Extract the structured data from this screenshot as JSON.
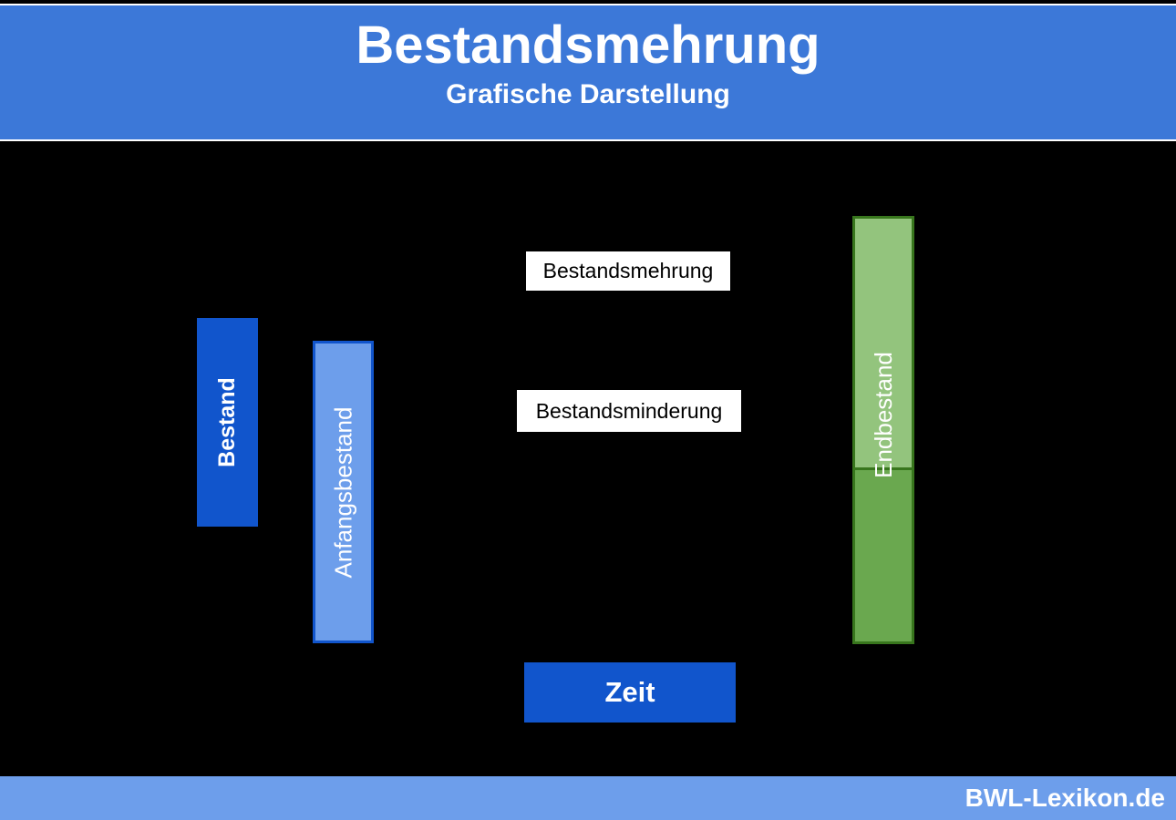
{
  "title_banner": {
    "title": "Bestandsmehrung",
    "subtitle": "Grafische Darstellung"
  },
  "diagram": {
    "y_axis_label": "Bestand",
    "x_axis_label": "Zeit",
    "bars": [
      {
        "id": "anfangsbestand",
        "label": "Anfangsbestand",
        "fill": "#6D9EEB",
        "border": "#1155CC"
      },
      {
        "id": "endbestand",
        "label": "Endbestand",
        "fill_top": "#93C47D",
        "fill_bottom": "#6AA84F",
        "border": "#38761D"
      }
    ],
    "annotations": [
      {
        "id": "bestandsmehrung",
        "text": "Bestandsmehrung"
      },
      {
        "id": "bestandsminderung",
        "text": "Bestandsminderung"
      }
    ]
  },
  "footer": {
    "website": "BWL-Lexikon.de"
  },
  "colors": {
    "header_blue": "#3C78D8",
    "axis_blue": "#1155CC",
    "light_blue": "#6D9EEB",
    "light_green": "#93C47D",
    "green": "#6AA84F",
    "green_border": "#38761D",
    "background": "#000000",
    "text_light": "#FFFFFF",
    "text_dark": "#000000"
  }
}
